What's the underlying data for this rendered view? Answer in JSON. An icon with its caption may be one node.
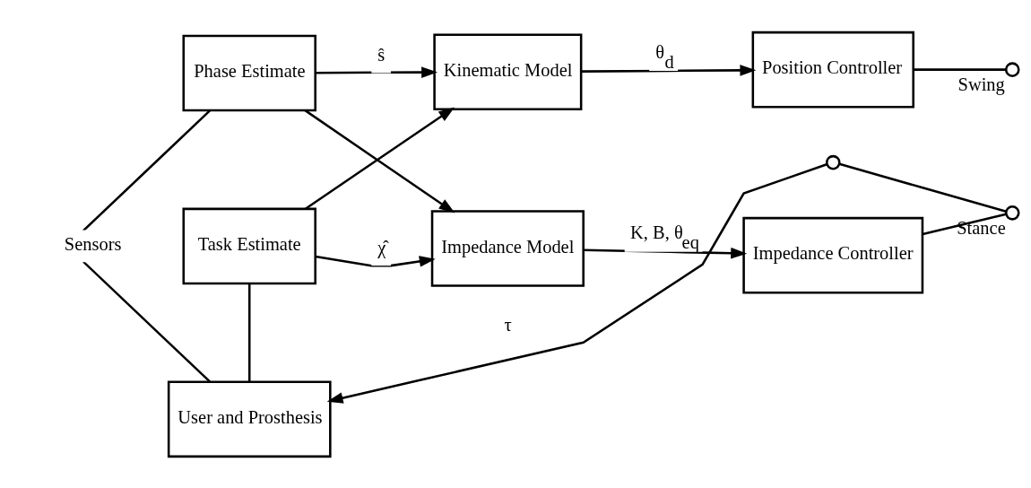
{
  "diagram": {
    "nodes": [
      {
        "text": [
          "Phase Estimate"
        ]
      },
      {
        "text": [
          "Task Estimate"
        ]
      },
      {
        "text": [
          "Kinematic Model"
        ]
      },
      {
        "text": [
          "Position Controller"
        ]
      },
      {
        "text": [
          "Impedance Model"
        ]
      },
      {
        "text": [
          "Impedance Controller"
        ]
      },
      {
        "text": [
          "User and Prosthesis"
        ]
      },
      {
        "text": [],
        "shape": "circle"
      },
      {
        "text": [],
        "shape": "circle",
        "beside": [
          "Stance"
        ]
      },
      {
        "text": [],
        "shape": "circle",
        "beside": [
          "Swing"
        ]
      }
    ],
    "edges": [
      {
        "from": 6,
        "to": 0,
        "arrow": "none",
        "label": "Sensors"
      },
      {
        "from": 6,
        "to": 1,
        "arrow": "none"
      },
      {
        "from": 0,
        "to": 2,
        "arrow": "to",
        "label": "ŝ"
      },
      {
        "from": 0,
        "to": 4,
        "arrow": "to"
      },
      {
        "from": 1,
        "to": 2,
        "arrow": "to"
      },
      {
        "from": 1,
        "to": 4,
        "arrow": "to",
        "label": "χ̂"
      },
      {
        "from": 2,
        "to": 3,
        "arrow": "to",
        "label": "θ$_{d}$"
      },
      {
        "from": 4,
        "to": 5,
        "arrow": "to",
        "label": "K, B, θ$_{eq}$"
      },
      {
        "from": 5,
        "to": 8,
        "arrow": "none"
      },
      {
        "from": 3,
        "to": 9,
        "arrow": "none"
      },
      {
        "from": 7,
        "to": 8,
        "arrow": "none"
      },
      {
        "from": 7,
        "to": 6,
        "arrow": "to",
        "label": "τ"
      }
    ]
  }
}
